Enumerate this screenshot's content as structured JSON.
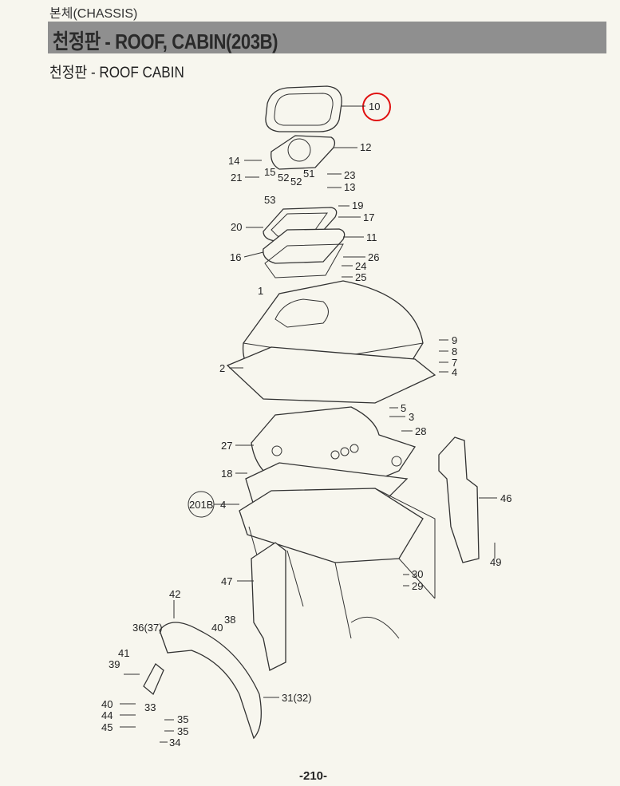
{
  "section": "본체(CHASSIS)",
  "banner_title": "천정판 - ROOF, CABIN(203B)",
  "subtitle": "천정판 - ROOF CABIN",
  "highlight_color": "#e01010",
  "callouts": [
    "10",
    "12",
    "14",
    "21",
    "15",
    "52",
    "52",
    "51",
    "23",
    "13",
    "53",
    "19",
    "17",
    "20",
    "11",
    "16",
    "26",
    "24",
    "25",
    "1",
    "9",
    "8",
    "7",
    "4",
    "2",
    "5",
    "3",
    "28",
    "27",
    "18",
    "201B",
    "4",
    "46",
    "49",
    "47",
    "30",
    "29",
    "42",
    "38",
    "40",
    "36(37)",
    "41",
    "39",
    "40",
    "33",
    "44",
    "45",
    "35",
    "35",
    "34",
    "31(32)"
  ],
  "page_number": "-210-"
}
